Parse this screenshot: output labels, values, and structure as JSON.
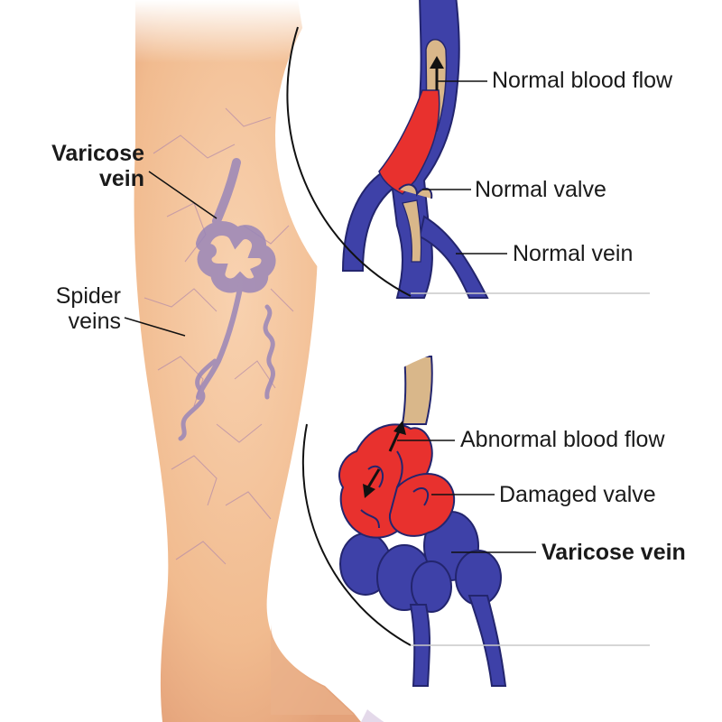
{
  "labels": {
    "varicose_leg": {
      "line1": "Varicose",
      "line2": "vein"
    },
    "spider_veins": {
      "line1": "Spider",
      "line2": "veins"
    },
    "normal_blood_flow": "Normal blood flow",
    "normal_valve": "Normal valve",
    "normal_vein": "Normal vein",
    "abnormal_blood_flow": "Abnormal blood flow",
    "damaged_valve": "Damaged valve",
    "varicose_detail": "Varicose vein"
  },
  "colors": {
    "skin": "#f4c39a",
    "skin_shadow": "#e3a57a",
    "vein_blue": "#3e41a8",
    "vein_dark": "#23256e",
    "blood_red": "#e8312e",
    "vessel_tan": "#d9b78a",
    "spider_purple": "#9a86b8"
  }
}
